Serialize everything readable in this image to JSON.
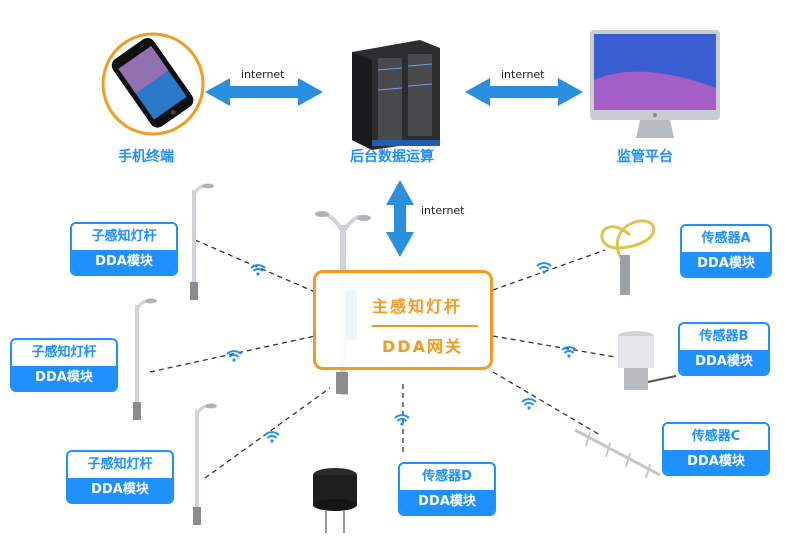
{
  "nodes": {
    "phone": {
      "label": "手机终端"
    },
    "server": {
      "label": "后台数据运算"
    },
    "monitor": {
      "label": "监管平台"
    }
  },
  "links": {
    "phone_server": "internet",
    "server_monitor": "internet",
    "server_gateway": "internet"
  },
  "gateway": {
    "title": "主感知灯杆",
    "subtitle": "DDA网关"
  },
  "poles": [
    {
      "title": "子感知灯杆",
      "module": "DDA模块"
    },
    {
      "title": "子感知灯杆",
      "module": "DDA模块"
    },
    {
      "title": "子感知灯杆",
      "module": "DDA模块"
    }
  ],
  "sensors": {
    "a": {
      "title": "传感器A",
      "module": "DDA模块"
    },
    "b": {
      "title": "传感器B",
      "module": "DDA模块"
    },
    "c": {
      "title": "传感器C",
      "module": "DDA模块"
    },
    "d": {
      "title": "传感器D",
      "module": "DDA模块"
    }
  },
  "colors": {
    "blue": "#1e90ff",
    "orange": "#f39a21",
    "dark": "#1a1a1a"
  }
}
